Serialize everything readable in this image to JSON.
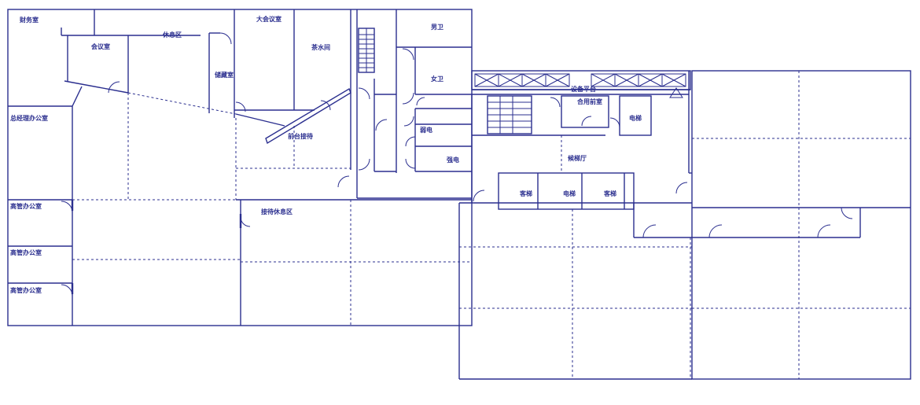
{
  "colors": {
    "line": "#2b2f8f",
    "background": "#ffffff"
  },
  "rooms": {
    "finance": "财务室",
    "meeting": "会议室",
    "lounge": "休息区",
    "storage": "储藏室",
    "large_meeting": "大会议室",
    "tea_room": "茶水间",
    "men_wc": "男卫",
    "women_wc": "女卫",
    "gm_office": "总经理办公室",
    "reception": "前台接待",
    "weak_current": "弱电",
    "strong_current": "强电",
    "equipment_platform": "设备平台",
    "shared_anteroom": "合用前室",
    "elevator_top": "电梯",
    "elevator_hall": "候梯厅",
    "passenger_lift_1": "客梯",
    "elevator_mid": "电梯",
    "passenger_lift_2": "客梯",
    "exec_office_1": "高管办公室",
    "exec_office_2": "高管办公室",
    "exec_office_3": "高管办公室",
    "reception_lounge": "接待休息区"
  }
}
